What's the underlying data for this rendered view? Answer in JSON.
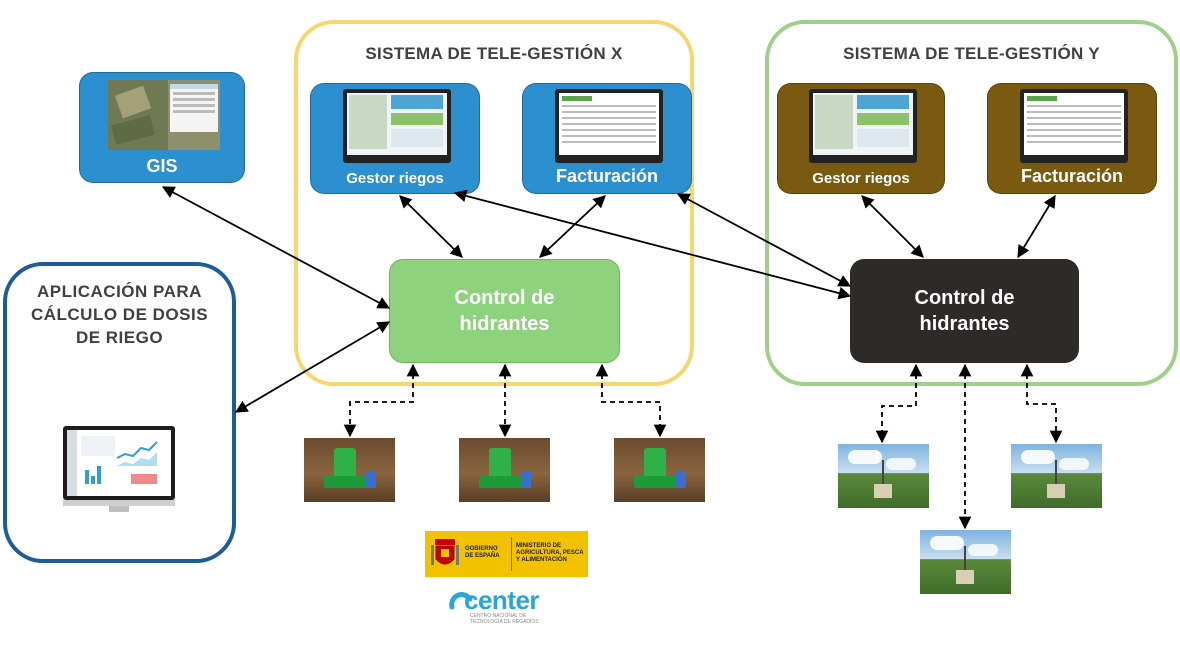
{
  "systems": {
    "x": {
      "title": "SISTEMA DE TELE-GESTIÓN X",
      "border_color": "#f5d76e"
    },
    "y": {
      "title": "SISTEMA DE TELE-GESTIÓN Y",
      "border_color": "#9fd08a"
    }
  },
  "gis": {
    "label": "GIS",
    "color": "#2b8fd0"
  },
  "app": {
    "title_lines": [
      "APLICACIÓN PARA",
      "CÁLCULO DE DOSIS",
      "DE RIEGO"
    ],
    "border_color": "#1f5b96"
  },
  "modules_x": {
    "gestor": {
      "label": "Gestor riegos"
    },
    "facturacion": {
      "label": "Facturación"
    },
    "color": "#2b8fd0"
  },
  "modules_y": {
    "gestor": {
      "label": "Gestor riegos"
    },
    "facturacion": {
      "label": "Facturación"
    },
    "color": "#7a5a10"
  },
  "control_x": {
    "line1": "Control de",
    "line2": "hidrantes",
    "color": "#8fd27e"
  },
  "control_y": {
    "line1": "Control de",
    "line2": "hidrantes",
    "color": "#2d2a28"
  },
  "logos": {
    "gov_left": "GOBIERNO DE ESPAÑA",
    "gov_right": "MINISTERIO DE AGRICULTURA, PESCA Y ALIMENTACIÓN",
    "center": "center",
    "center_sub": "CENTRO NACIONAL DE TECNOLOGÍA DE REGADÍOS"
  }
}
